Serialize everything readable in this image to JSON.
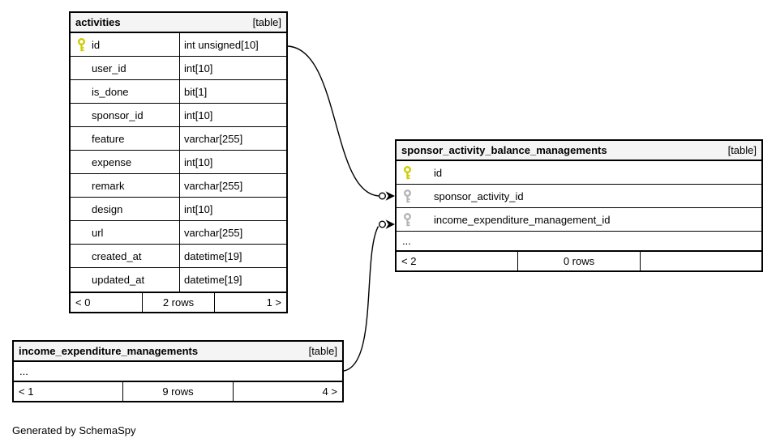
{
  "page": {
    "generator_note": "Generated by SchemaSpy"
  },
  "colors": {
    "header_bg": "#f4f4f4",
    "primary_key": "#cccc00",
    "foreign_key": "#b5b5b5",
    "border": "#000000"
  },
  "tables": {
    "activities": {
      "title": "activities",
      "tag": "[table]",
      "columns": [
        {
          "name": "id",
          "type": "int unsigned[10]",
          "key": "primary"
        },
        {
          "name": "user_id",
          "type": "int[10]",
          "key": ""
        },
        {
          "name": "is_done",
          "type": "bit[1]",
          "key": ""
        },
        {
          "name": "sponsor_id",
          "type": "int[10]",
          "key": ""
        },
        {
          "name": "feature",
          "type": "varchar[255]",
          "key": ""
        },
        {
          "name": "expense",
          "type": "int[10]",
          "key": ""
        },
        {
          "name": "remark",
          "type": "varchar[255]",
          "key": ""
        },
        {
          "name": "design",
          "type": "int[10]",
          "key": ""
        },
        {
          "name": "url",
          "type": "varchar[255]",
          "key": ""
        },
        {
          "name": "created_at",
          "type": "datetime[19]",
          "key": ""
        },
        {
          "name": "updated_at",
          "type": "datetime[19]",
          "key": ""
        }
      ],
      "footer": {
        "left": "< 0",
        "center": "2 rows",
        "right": "1 >"
      }
    },
    "sponsor_activity_balance_managements": {
      "title": "sponsor_activity_balance_managements",
      "tag": "[table]",
      "columns": [
        {
          "name": "id",
          "key": "primary"
        },
        {
          "name": "sponsor_activity_id",
          "key": "foreign"
        },
        {
          "name": "income_expenditure_management_id",
          "key": "foreign"
        }
      ],
      "ellipsis": "...",
      "footer": {
        "left": "< 2",
        "center": "0 rows",
        "right": ""
      }
    },
    "income_expenditure_managements": {
      "title": "income_expenditure_managements",
      "tag": "[table]",
      "ellipsis": "...",
      "footer": {
        "left": "< 1",
        "center": "9 rows",
        "right": "4 >"
      }
    }
  },
  "relationships": [
    {
      "from": "activities.id",
      "to": "sponsor_activity_balance_managements.sponsor_activity_id"
    },
    {
      "from": "income_expenditure_managements",
      "to": "sponsor_activity_balance_managements.income_expenditure_management_id"
    }
  ]
}
